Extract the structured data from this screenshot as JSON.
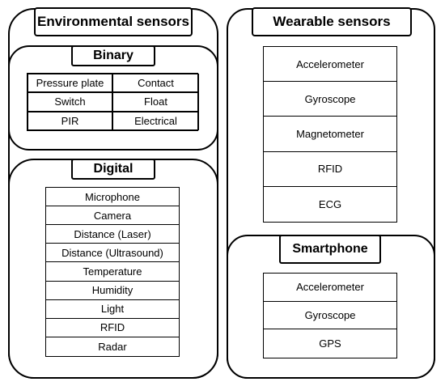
{
  "environmental": {
    "title": "Environmental sensors",
    "binary": {
      "title": "Binary",
      "cells": [
        "Pressure plate",
        "Contact",
        "Switch",
        "Float",
        "PIR",
        "Electrical"
      ]
    },
    "digital": {
      "title": "Digital",
      "items": [
        "Microphone",
        "Camera",
        "Distance (Laser)",
        "Distance (Ultrasound)",
        "Temperature",
        "Humidity",
        "Light",
        "RFID",
        "Radar"
      ]
    }
  },
  "wearable": {
    "title": "Wearable sensors",
    "items": [
      "Accelerometer",
      "Gyroscope",
      "Magnetometer",
      "RFID",
      "ECG"
    ],
    "smartphone": {
      "title": "Smartphone",
      "items": [
        "Accelerometer",
        "Gyroscope",
        "GPS"
      ]
    }
  }
}
